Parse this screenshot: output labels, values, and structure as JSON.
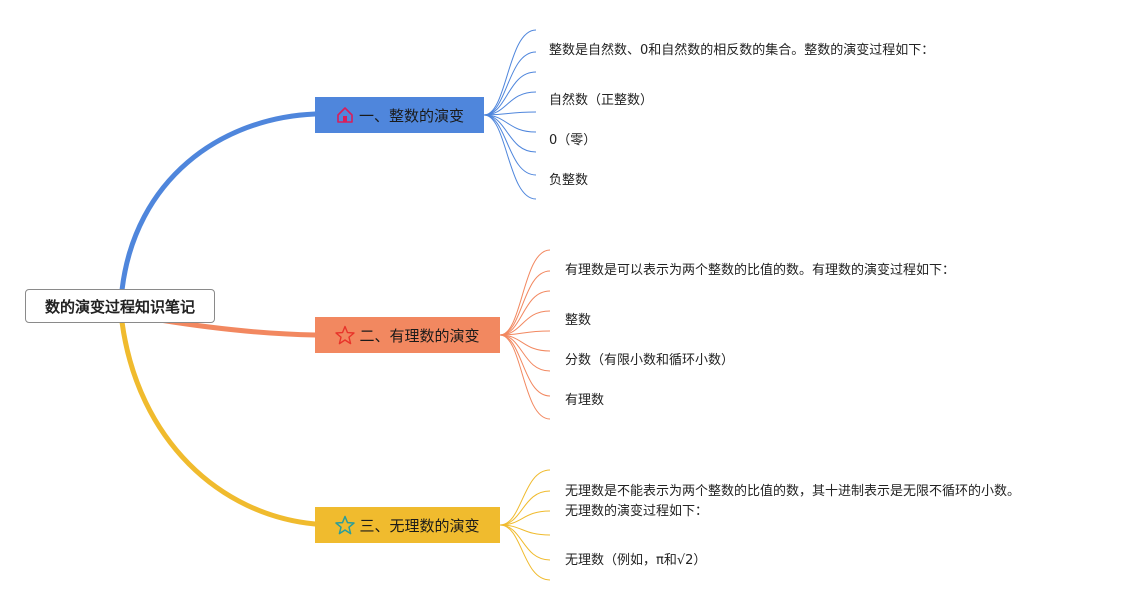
{
  "root": {
    "label": "数的演变过程知识笔记"
  },
  "branches": [
    {
      "label": "一、整数的演变",
      "icon": "house-icon",
      "color": "#4f86dc",
      "leaves": [
        "整数是自然数、0和自然数的相反数的集合。整数的演变过程如下：",
        "自然数（正整数）",
        "0（零）",
        "负整数"
      ]
    },
    {
      "label": "二、有理数的演变",
      "icon": "star-icon",
      "color": "#f28860",
      "leaves": [
        "有理数是可以表示为两个整数的比值的数。有理数的演变过程如下：",
        "整数",
        "分数（有限小数和循环小数）",
        "有理数"
      ]
    },
    {
      "label": "三、无理数的演变",
      "icon": "star-outline-icon",
      "color": "#f0bb2e",
      "leaves": [
        "无理数是不能表示为两个整数的比值的数，其十进制表示是无限不循环的小数。",
        "无理数的演变过程如下：",
        "无理数（例如，π和√2）"
      ]
    }
  ]
}
